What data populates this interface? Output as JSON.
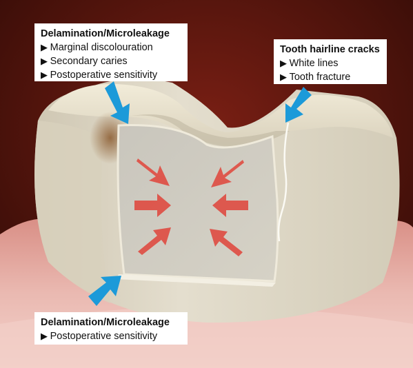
{
  "colors": {
    "background_dark": "#3a0d08",
    "tooth": "#e2dccb",
    "restoration": "#cfcbbf",
    "gum": "#e6b3ab",
    "blue_arrow": "#1c9ad9",
    "red_arrow": "#e0443a"
  },
  "callouts": {
    "top_left": {
      "title": "Delamination/Microleakage",
      "items": [
        "Marginal discolouration",
        "Secondary caries",
        "Postoperative sensitivity"
      ]
    },
    "top_right": {
      "title": "Tooth hairline cracks",
      "items": [
        "White lines",
        "Tooth fracture"
      ]
    },
    "bottom_left": {
      "title": "Delamination/Microleakage",
      "items": [
        "Postoperative sensitivity"
      ]
    }
  },
  "arrows": {
    "blue": [
      "arrow-top-left",
      "arrow-top-right",
      "arrow-bottom-left"
    ],
    "red_count": 6
  }
}
